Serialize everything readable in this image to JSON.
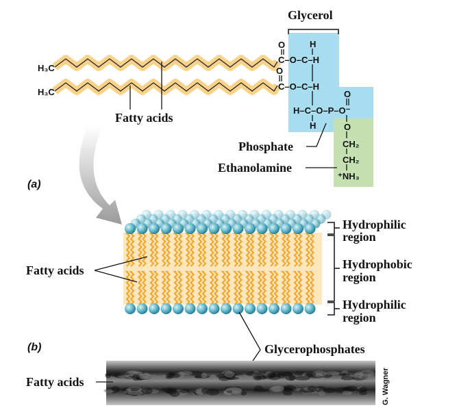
{
  "labels": {
    "glycerol": "Glycerol",
    "fatty_acids_a": "Fatty acids",
    "phosphate": "Phosphate",
    "ethanolamine": "Ethanolamine",
    "panel_a": "(a)",
    "panel_b": "(b)",
    "fatty_acids_b": "Fatty acids",
    "hydrophilic_top_1": "Hydrophilic",
    "hydrophilic_top_2": "region",
    "hydrophobic_1": "Hydrophobic",
    "hydrophobic_2": "region",
    "hydrophilic_bottom_1": "Hydrophilic",
    "hydrophilic_bottom_2": "region",
    "glycerophosphates": "Glycerophosphates",
    "fatty_acids_c": "Fatty acids",
    "credit": "G. Wagner"
  },
  "chem": {
    "h3c": "H₃C",
    "o": "O",
    "row1": "C–O–C–H",
    "row2": "C–O–C–H",
    "h": "H",
    "row3": "H–C–O–P–O⁻",
    "ch2": "CH₂",
    "nh3": "⁺NH₃"
  },
  "colors": {
    "glycerol_region": "#a8dcef",
    "ethanolamine_region": "#c5e0b1",
    "fatty_acid_chain": "#f9d38c",
    "head_group": "#5fb6c9"
  }
}
